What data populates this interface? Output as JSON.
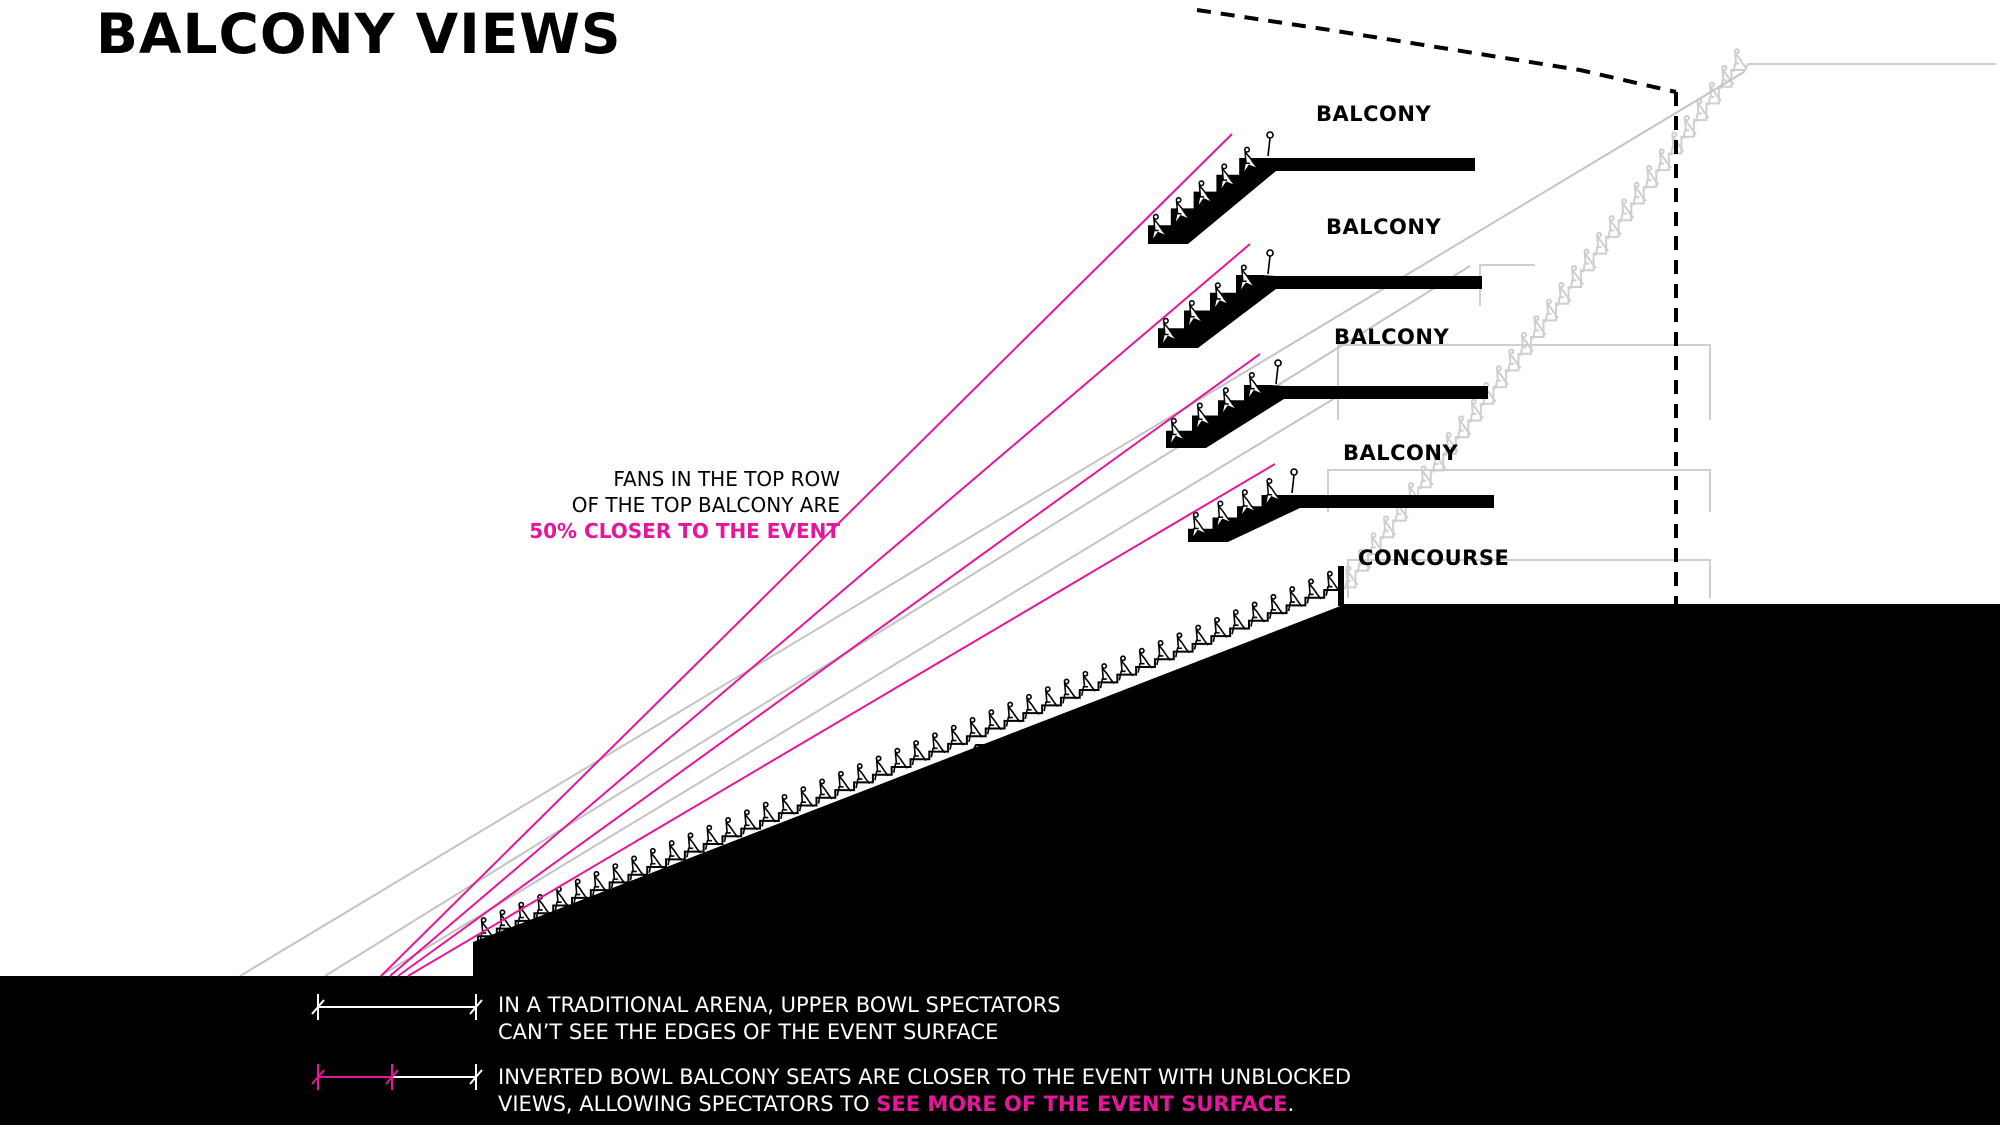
{
  "title": "BALCONY VIEWS",
  "tier_labels": [
    "BALCONY",
    "BALCONY",
    "BALCONY",
    "BALCONY",
    "CONCOURSE"
  ],
  "callout": {
    "line1": "FANS IN THE TOP ROW",
    "line2": "OF THE TOP BALCONY ARE",
    "highlight": "50% CLOSER TO THE EVENT"
  },
  "legend": {
    "traditional": {
      "line1": "IN A TRADITIONAL ARENA, UPPER BOWL SPECTATORS",
      "line2": "CAN’T SEE THE EDGES OF THE EVENT SURFACE"
    },
    "inverted": {
      "line1": "INVERTED BOWL BALCONY SEATS ARE CLOSER TO THE EVENT WITH UNBLOCKED",
      "line2_prefix": "VIEWS, ALLOWING SPECTATORS TO ",
      "line2_highlight": "SEE MORE OF THE EVENT SURFACE",
      "line2_suffix": "."
    }
  },
  "colors": {
    "sightline_magenta": "#e6169a",
    "sightline_gray": "#c4c4c4",
    "structure": "#000000",
    "ghost_seats": "#cfcfcf",
    "background": "#ffffff"
  }
}
